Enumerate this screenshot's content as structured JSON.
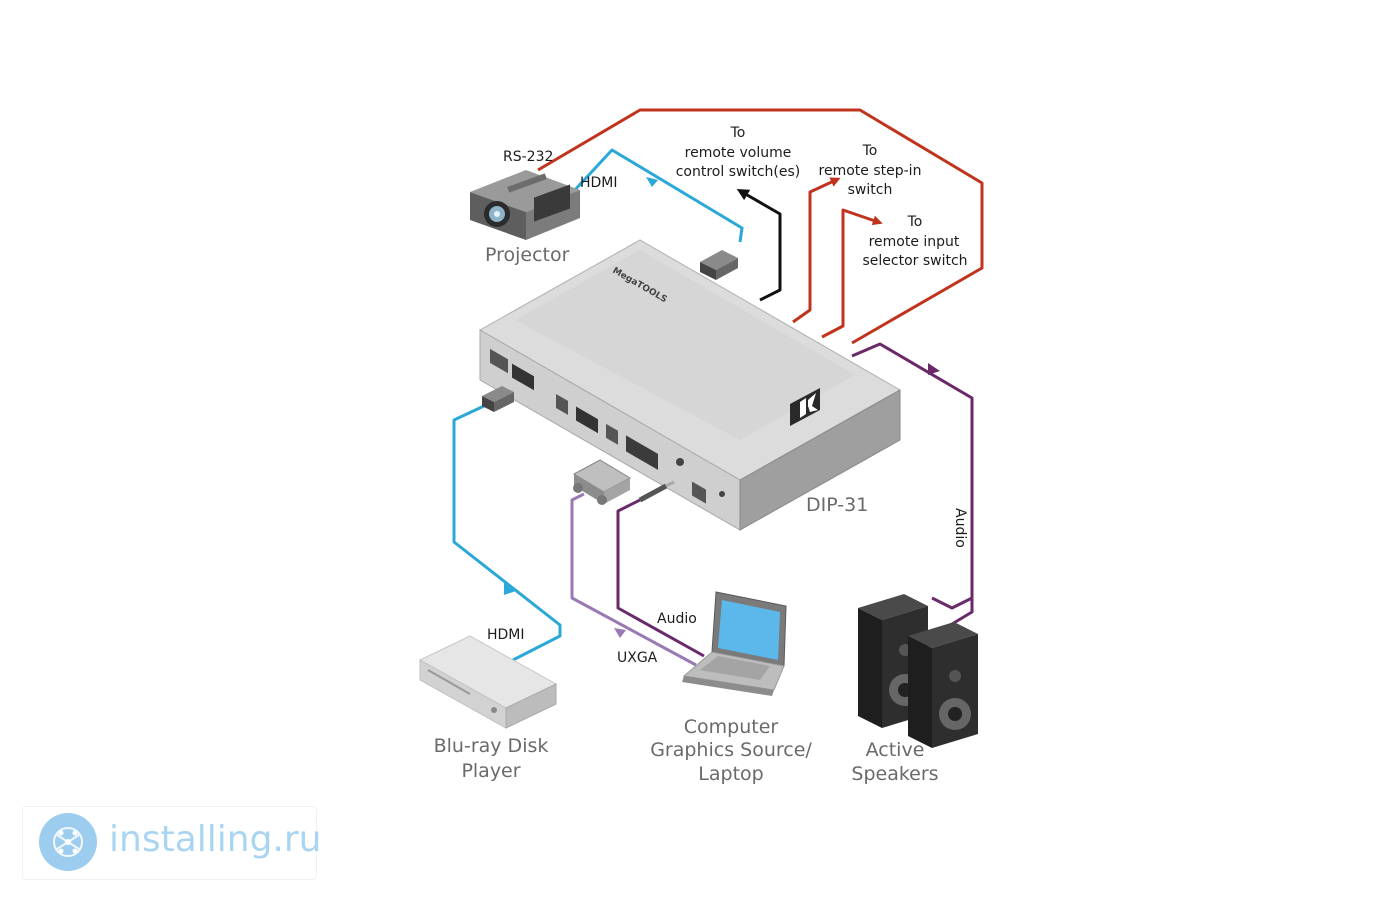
{
  "labels": {
    "rs232": "RS-232",
    "hdmi_projector": "HDMI",
    "hdmi_bluray": "HDMI",
    "audio_laptop": "Audio",
    "uxga": "UXGA",
    "audio_speakers": "Audio",
    "volume_1": "To",
    "volume_2": "remote volume",
    "volume_3": "control switch(es)",
    "stepin_1": "To",
    "stepin_2": "remote step-in",
    "stepin_3": "switch",
    "selector_1": "To",
    "selector_2": "remote input",
    "selector_3": "selector switch"
  },
  "devices": {
    "projector": "Projector",
    "dip31": "DIP-31",
    "bluray_1": "Blu-ray Disk",
    "bluray_2": "Player",
    "computer_1": "Computer",
    "computer_2": "Graphics Source/",
    "computer_3": "Laptop",
    "speakers_1": "Active",
    "speakers_2": "Speakers"
  },
  "box_brand": "MegaTOOLS",
  "watermark": {
    "text": "installing.ru"
  },
  "colors": {
    "rs232_red": "#c0331c",
    "hdmi_blue": "#2aa8d8",
    "audio_purple": "#6a2a6a",
    "uxga_violet": "#9a78b4",
    "control_black": "#111111"
  }
}
